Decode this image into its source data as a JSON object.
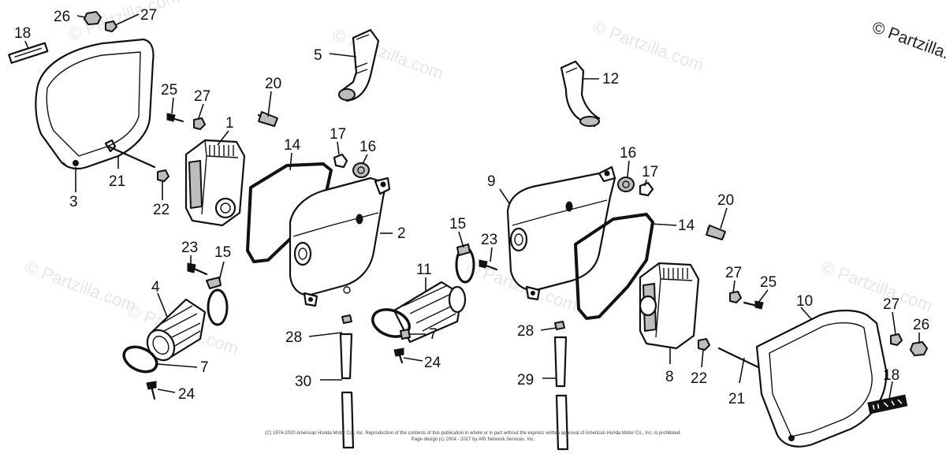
{
  "copyright_mark": "© Partzilla.com",
  "watermark": "© Partzilla.com",
  "footer_lines": [
    "(C) 1974-2020 American Honda Motor Co., Inc. Reproduction of the contents of this publication in whole or in part without the express written approval of American Honda Motor Co., Inc. is prohibited.",
    "Page design (c) 2004 - 2017 by ARI Network Services, Inc."
  ],
  "callouts": {
    "c1": "1",
    "c2": "2",
    "c3": "3",
    "c4": "4",
    "c5": "5",
    "c7a": "7",
    "c7b": "7",
    "c8": "8",
    "c9": "9",
    "c10": "10",
    "c11": "11",
    "c12": "12",
    "c14a": "14",
    "c14b": "14",
    "c15a": "15",
    "c15b": "15",
    "c16a": "16",
    "c16b": "16",
    "c17a": "17",
    "c17b": "17",
    "c18a": "18",
    "c18b": "18",
    "c20a": "20",
    "c20b": "20",
    "c21a": "21",
    "c21b": "21",
    "c22a": "22",
    "c22b": "22",
    "c23a": "23",
    "c23b": "23",
    "c24a": "24",
    "c24b": "24",
    "c25a": "25",
    "c25b": "25",
    "c26a": "26",
    "c26b": "26",
    "c27a": "27",
    "c27b": "27",
    "c27c": "27",
    "c27d": "27",
    "c28a": "28",
    "c28b": "28",
    "c29": "29",
    "c30": "30"
  }
}
